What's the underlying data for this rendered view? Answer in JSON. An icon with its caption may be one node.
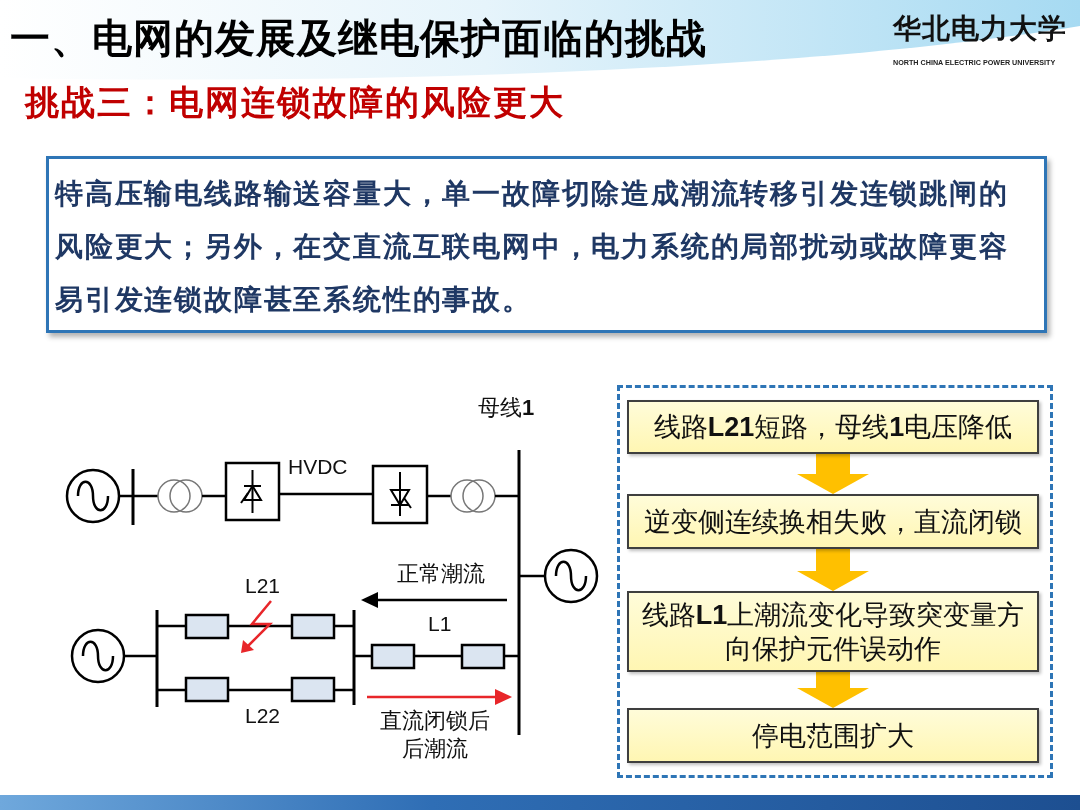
{
  "diagram": {
    "title": "一、电网的发展及继电保护面临的挑战",
    "nodes": [
      {
        "text": [
          "特高压输电线路输送容量大，单一故障切除造成潮流转移引发连锁跳闸的风险更大；另外，在交直流互联电网中，电力系统的局部扰动或故障更容易引发连锁故障甚至系统性的事故。"
        ]
      },
      {
        "text": [],
        "shape": "box"
      },
      {
        "text": [
          "线路**L21**短路，母线**1**电压降低"
        ],
        "in": 1
      },
      {
        "text": [
          "逆变侧连续换相失败，直流闭锁"
        ],
        "in": 1
      },
      {
        "text": [
          "线路**L1**上潮流变化导致突变量方向保护元件误动作"
        ],
        "in": 1
      },
      {
        "text": [
          "停电范围扩大"
        ],
        "in": 1
      }
    ],
    "edges": [
      {
        "from": 2,
        "to": 3,
        "arrow": "to"
      },
      {
        "from": 3,
        "to": 4,
        "arrow": "to"
      },
      {
        "from": 4,
        "to": 5,
        "arrow": "to"
      }
    ],
    "labels": [
      "华北电力大学",
      "NORTH CHINA ELECTRIC POWER UNIVERSITY",
      "挑战三：电网连锁故障的风险更大",
      "母线**1**",
      "HVDC",
      "正常潮流",
      "L21",
      "L1",
      "L22",
      "直流闭锁后后潮流"
    ]
  }
}
